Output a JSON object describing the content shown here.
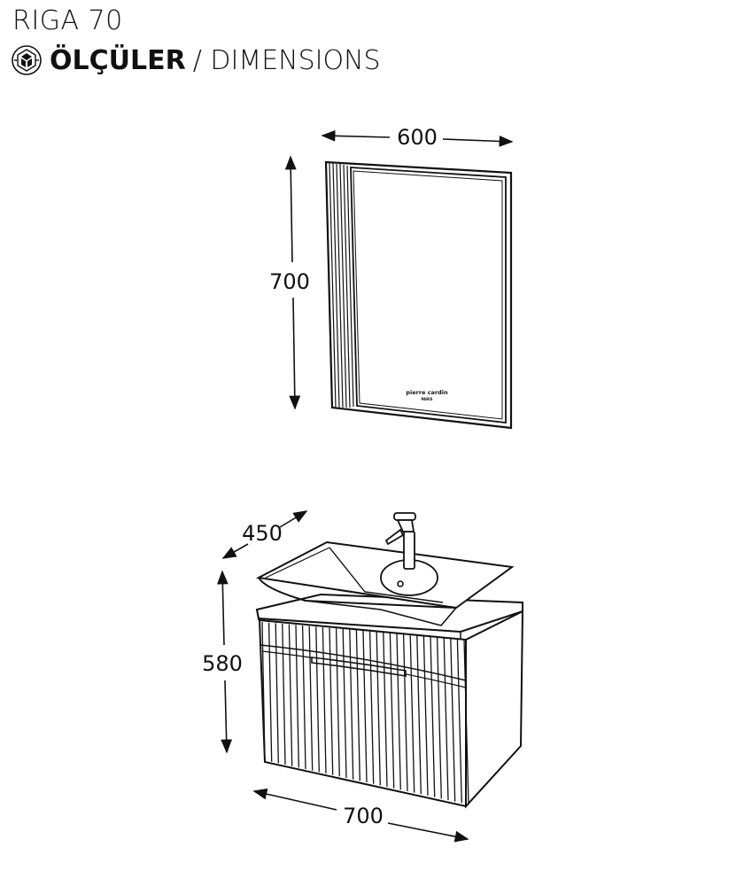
{
  "header": {
    "title": "RIGA 70",
    "subtitle_bold": "ÖLÇÜLER",
    "subtitle_light": "/ DIMENSIONS",
    "icon": "dimensions-cube-icon"
  },
  "mirror": {
    "width_label": "600",
    "height_label": "700",
    "brand_name": "pierre cardin",
    "brand_sub": "PARIS"
  },
  "cabinet": {
    "depth_label": "450",
    "height_label": "580",
    "width_label": "700"
  },
  "colors": {
    "line": "#111111",
    "background": "#ffffff"
  }
}
